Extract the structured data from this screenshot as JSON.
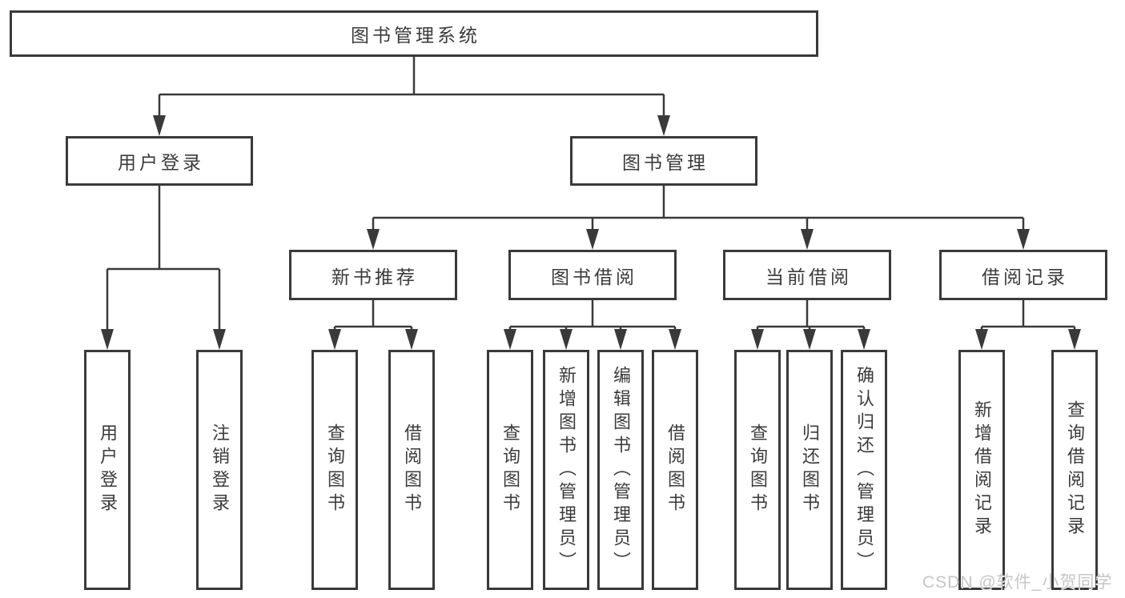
{
  "diagram": {
    "title": "图书管理系统",
    "type": "functional-structure-tree"
  },
  "tree": {
    "root": {
      "label": "图书管理系统"
    },
    "level2": [
      {
        "label": "用户登录"
      },
      {
        "label": "图书管理"
      }
    ],
    "level3": [
      {
        "label": "新书推荐"
      },
      {
        "label": "图书借阅"
      },
      {
        "label": "当前借阅"
      },
      {
        "label": "借阅记录"
      }
    ],
    "leaves": {
      "user_login": [
        "用户登录",
        "注销登录"
      ],
      "new_books": [
        "查询图书",
        "借阅图书"
      ],
      "book_borrow": [
        "查询图书",
        "新增图书（管理员）",
        "编辑图书（管理员）",
        "借阅图书"
      ],
      "current_borrow": [
        "查询图书",
        "归还图书",
        "确认归还（管理员）"
      ],
      "borrow_records": [
        "新增借阅记录",
        "查询借阅记录"
      ]
    }
  },
  "watermark": {
    "text": "CSDN @软件_小贺同学"
  },
  "colors": {
    "line": "#3a3a3a",
    "text": "#3b3b3b",
    "background": "#ffffff",
    "watermark": "#c6c6c6"
  }
}
